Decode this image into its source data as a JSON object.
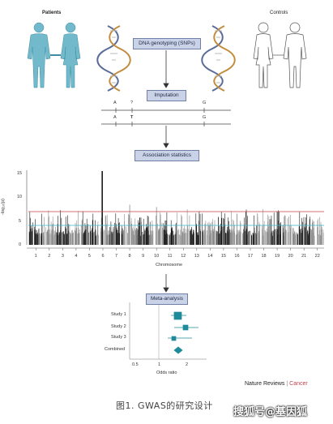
{
  "labels": {
    "patients": "Patients",
    "controls": "Controls",
    "dna_genotyping": "DNA genotyping (SNPs)",
    "imputation": "Imputation",
    "association": "Association statistics",
    "meta_analysis": "Meta-analysis"
  },
  "imputation_rows": {
    "row1": [
      "A",
      "?",
      "G"
    ],
    "row2": [
      "A",
      "T",
      "G"
    ]
  },
  "manhattan": {
    "ylabel": "-log₁₀(p)",
    "yticks": [
      "15",
      "10",
      "5",
      "0"
    ],
    "xlabel": "Chromosome",
    "chromosomes": [
      "1",
      "2",
      "3",
      "4",
      "5",
      "6",
      "7",
      "8",
      "9",
      "10",
      "11",
      "12",
      "13",
      "14",
      "15",
      "16",
      "17",
      "18",
      "19",
      "20",
      "21",
      "22"
    ],
    "tick_labels_display": [
      "1",
      "2",
      "3",
      "4",
      "5",
      "6",
      "7",
      "8",
      "9",
      "10",
      "11",
      "12",
      "13",
      "14",
      "15",
      "16",
      "17",
      "18",
      "19",
      "20",
      "21",
      "22"
    ],
    "colors": {
      "red_line": "#c0404a",
      "blue_line": "#37b6c8",
      "dark": "#1a1a1a",
      "grey": "#8c8c8c"
    }
  },
  "forest": {
    "studies": [
      "Study 1",
      "Study 2",
      "Study 3",
      "Combined"
    ],
    "xticks": [
      "0.5",
      "1",
      "2"
    ],
    "xlabel": "Odds ratio",
    "color": "#1f8a99"
  },
  "source": {
    "brand": "Nature Reviews",
    "section": "Cancer",
    "separator": " | "
  },
  "caption": "图1. GWAS的研究设计",
  "watermark": "搜狐号@基因狐"
}
